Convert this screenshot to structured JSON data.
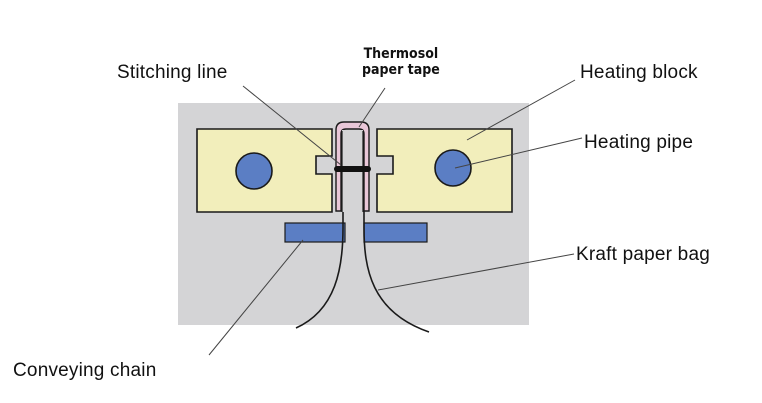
{
  "diagram": {
    "labels": {
      "stitching_line": "Stitching line",
      "thermosol_tape_line1": "Thermosol",
      "thermosol_tape_line2": "paper tape",
      "heating_block": "Heating block",
      "heating_pipe": "Heating pipe",
      "kraft_paper_bag": "Kraft paper bag",
      "conveying_chain": "Conveying chain"
    },
    "colors": {
      "background_panel": "#d4d4d6",
      "heating_block": "#f2eebb",
      "heating_pipe": "#5b7ec4",
      "conveying_chain": "#5b7ec4",
      "thermosol_tape": "#e9c7d8",
      "outline": "#1a1a1a"
    }
  }
}
